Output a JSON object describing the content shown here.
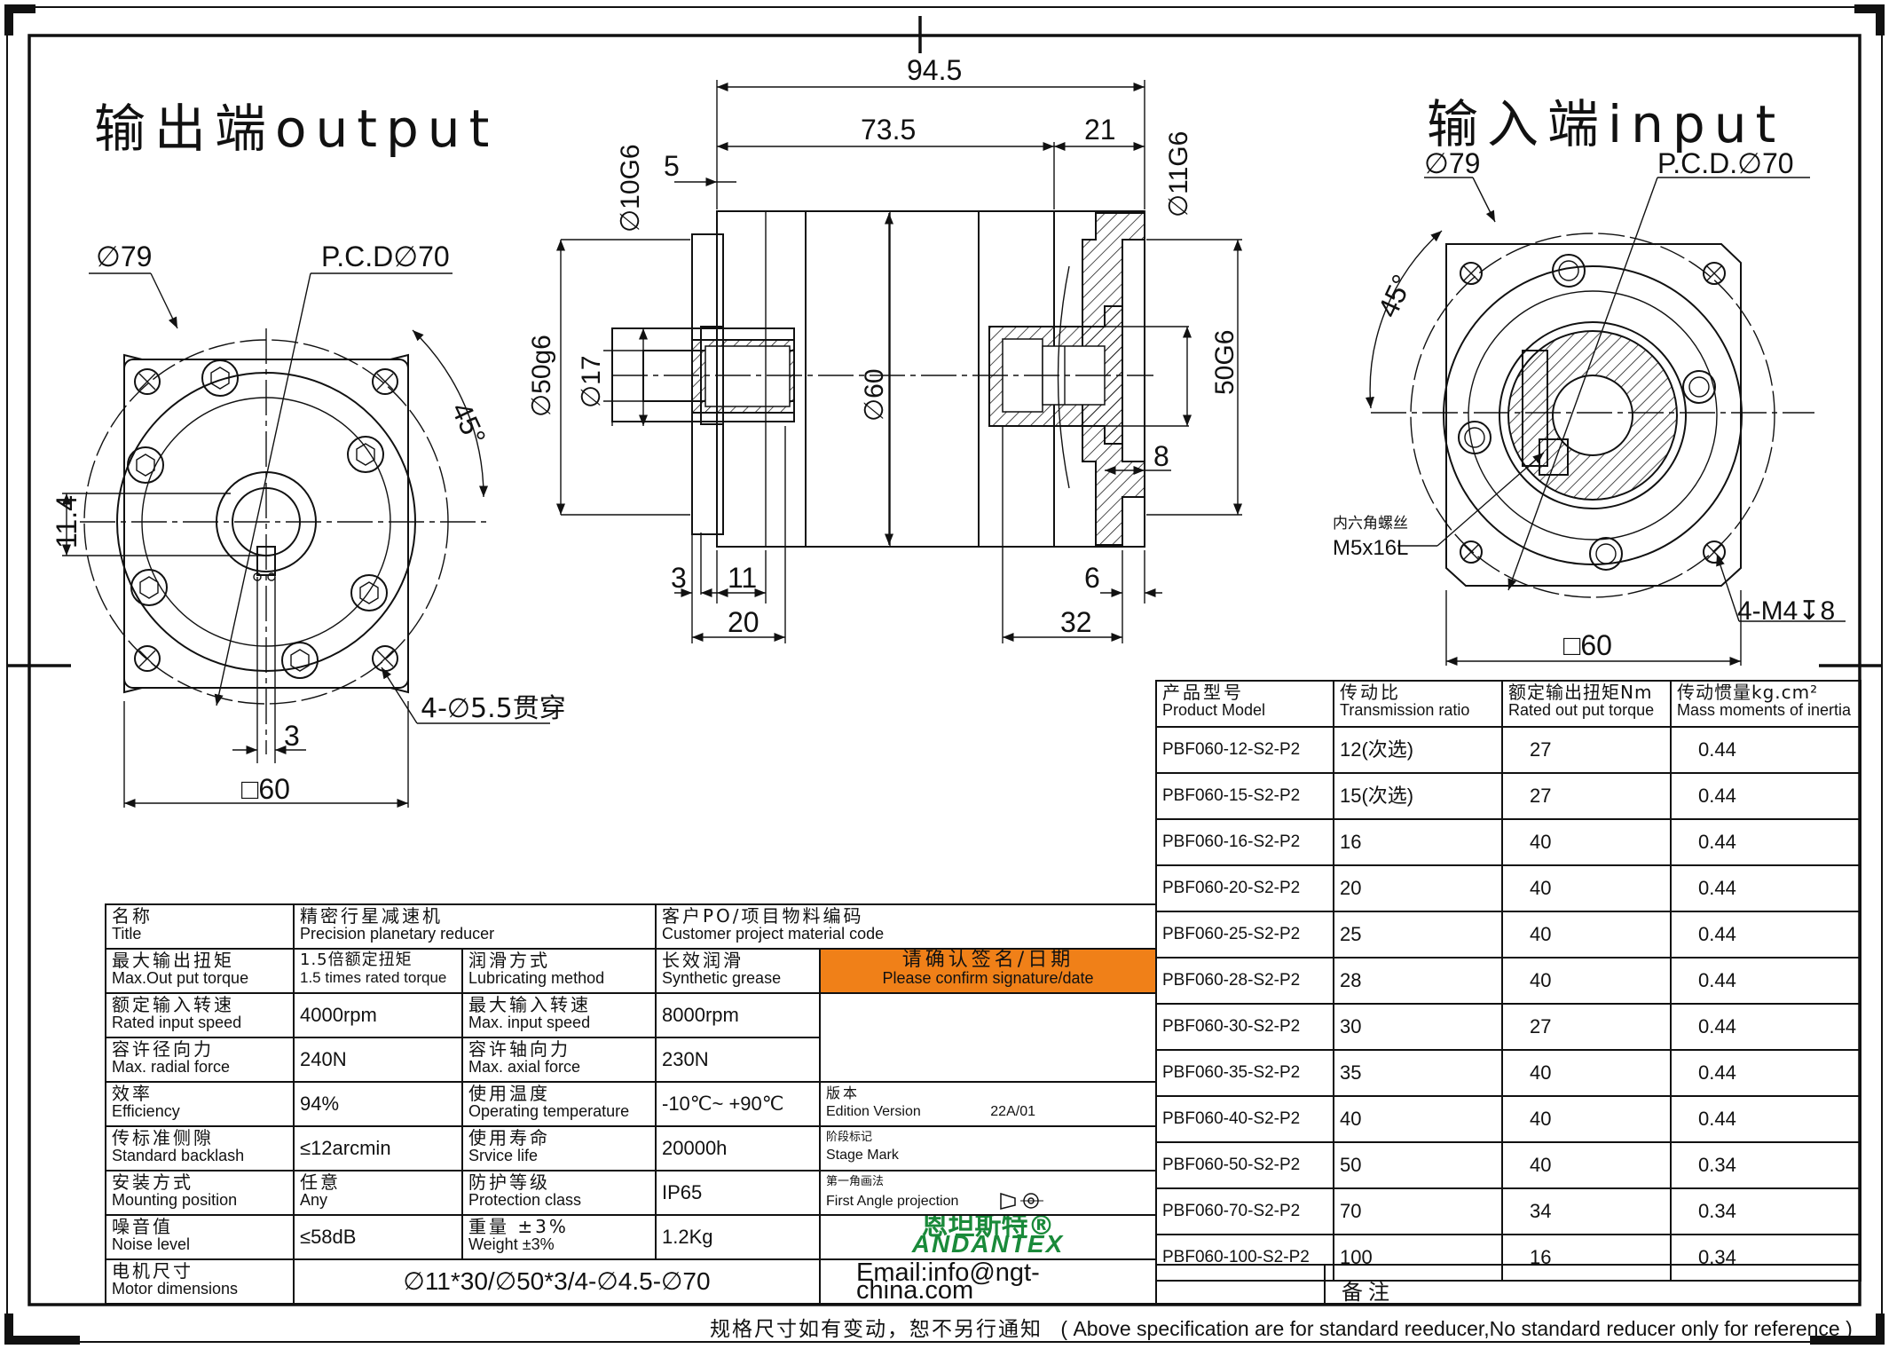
{
  "views": {
    "output_title": "输出端output",
    "input_title": "输入端input"
  },
  "output_view": {
    "dia_outer": "∅79",
    "pcd": "P.C.D∅70",
    "angle": "45°",
    "dim_11_4": "11.4",
    "dim_3": "3",
    "square": "□60",
    "holes": "4-∅5.5贯穿"
  },
  "side_view": {
    "overall": "94.5",
    "body": "73.5",
    "flange": "21",
    "dim_5": "5",
    "shaft_g6": "∅10G6",
    "shaft_17": "∅17",
    "pilot": "∅50g6",
    "body_dia": "∅60",
    "bore": "∅11G6",
    "input_pilot": "50G6",
    "dim_8": "8",
    "dim_3": "3",
    "dim_11": "11",
    "dim_20": "20",
    "dim_6": "6",
    "dim_32": "32"
  },
  "input_view": {
    "dia_outer": "∅79",
    "pcd": "P.C.D.∅70",
    "angle": "45°",
    "screw_cn": "内六角螺丝",
    "screw": "M5x16L",
    "holes": "4-M4↧8",
    "square": "□60"
  },
  "spec_table": {
    "title_cn": "名称",
    "title_en": "Title",
    "title_val_cn": "精密行星减速机",
    "title_val_en": "Precision planetary reducer",
    "cust_cn": "客户PO/项目物料编码",
    "cust_en": "Customer project material code",
    "rows": [
      {
        "l_cn": "最大输出扭矩",
        "l_en": "Max.Out put torque",
        "v1_cn": "1.5倍额定扭矩",
        "v1_en": "1.5 times rated torque",
        "m_cn": "润滑方式",
        "m_en": "Lubricating method",
        "v2_cn": "长效润滑",
        "v2_en": "Synthetic grease"
      },
      {
        "l_cn": "额定输入转速",
        "l_en": "Rated input speed",
        "v1": "4000rpm",
        "m_cn": "最大输入转速",
        "m_en": "Max. input speed",
        "v2": "8000rpm"
      },
      {
        "l_cn": "容许径向力",
        "l_en": "Max. radial force",
        "v1": "240N",
        "m_cn": "容许轴向力",
        "m_en": "Max. axial force",
        "v2": "230N"
      },
      {
        "l_cn": "效率",
        "l_en": "Efficiency",
        "v1": "94%",
        "m_cn": "使用温度",
        "m_en": "Operating temperature",
        "v2": "-10℃~ +90℃"
      },
      {
        "l_cn": "传标准侧隙",
        "l_en": "Standard backlash",
        "v1": "≤12arcmin",
        "m_cn": "使用寿命",
        "m_en": "Srvice life",
        "v2": "20000h"
      },
      {
        "l_cn": "安装方式",
        "l_en": "Mounting position",
        "v1_cn": "任意",
        "v1_en": "Any",
        "m_cn": "防护等级",
        "m_en": "Protection class",
        "v2": "IP65"
      },
      {
        "l_cn": "噪音值",
        "l_en": "Noise level",
        "v1": "≤58dB",
        "m_cn": "重量 ±3%",
        "m_en": "Weight ±3%",
        "v2": "1.2Kg"
      }
    ],
    "motor_cn": "电机尺寸",
    "motor_en": "Motor dimensions",
    "motor_val": "∅11*30/∅50*3/4-∅4.5-∅70",
    "confirm_cn": "请确认签名/日期",
    "confirm_en": "Please confirm signature/date",
    "edition_cn": "版本",
    "edition_en": "Edition Version",
    "edition_val": "22A/01",
    "stage_cn": "阶段标记",
    "stage_en": "Stage Mark",
    "proj_cn": "第一角画法",
    "proj_en": "First Angle projection",
    "logo_cn": "恩坦斯特®",
    "logo_en": "ANDANTEX",
    "email": "Email:info@ngt-china.com",
    "remark": "备注"
  },
  "product_table": {
    "headers": [
      {
        "cn": "产品型号",
        "en": "Product Model"
      },
      {
        "cn": "传动比",
        "en": "Transmission ratio"
      },
      {
        "cn": "额定输出扭矩Nm",
        "en": "Rated out put torque"
      },
      {
        "cn": "传动惯量kg.cm²",
        "en": "Mass moments of inertia"
      }
    ],
    "rows": [
      [
        "PBF060-12-S2-P2",
        "12(次选)",
        "27",
        "0.44"
      ],
      [
        "PBF060-15-S2-P2",
        "15(次选)",
        "27",
        "0.44"
      ],
      [
        "PBF060-16-S2-P2",
        "16",
        "40",
        "0.44"
      ],
      [
        "PBF060-20-S2-P2",
        "20",
        "40",
        "0.44"
      ],
      [
        "PBF060-25-S2-P2",
        "25",
        "40",
        "0.44"
      ],
      [
        "PBF060-28-S2-P2",
        "28",
        "40",
        "0.44"
      ],
      [
        "PBF060-30-S2-P2",
        "30",
        "27",
        "0.44"
      ],
      [
        "PBF060-35-S2-P2",
        "35",
        "40",
        "0.44"
      ],
      [
        "PBF060-40-S2-P2",
        "40",
        "40",
        "0.44"
      ],
      [
        "PBF060-50-S2-P2",
        "50",
        "40",
        "0.34"
      ],
      [
        "PBF060-70-S2-P2",
        "70",
        "34",
        "0.34"
      ],
      [
        "PBF060-100-S2-P2",
        "100",
        "16",
        "0.34"
      ]
    ]
  },
  "footer": {
    "cn": "规格尺寸如有变动，恕不另行通知",
    "en": "( Above specification are for standard reeducer,No standard reducer only for reference )"
  }
}
